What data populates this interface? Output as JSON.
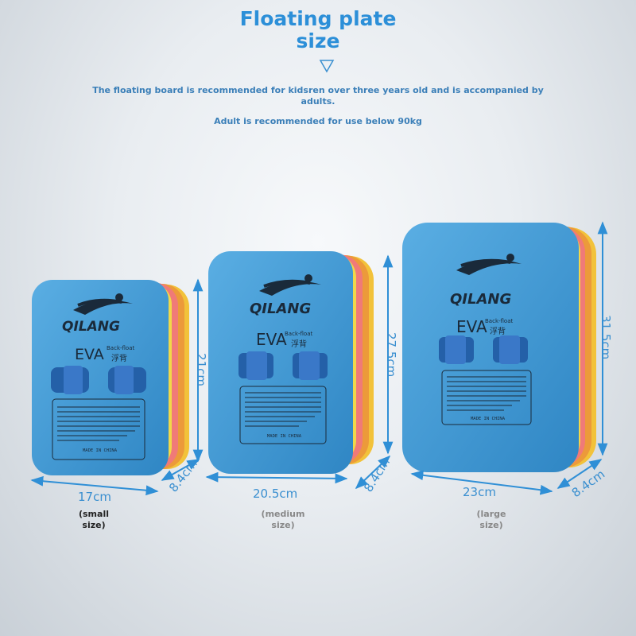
{
  "header": {
    "title_line1": "Floating plate",
    "title_line2": "size",
    "note1": "The floating board is recommended for kidsren over three years old and is accompanied by adults.",
    "note2": "Adult is recommended for use below 90kg"
  },
  "boards": {
    "small": {
      "brand": "QILANG",
      "eva": "EVA",
      "back_float": "Back-float",
      "back_float_cn": "浮背",
      "made_in": "MADE IN CHINA",
      "width": "17cm",
      "height": "21cm",
      "depth": "8.4cm",
      "size_label_1": "(small",
      "size_label_2": "size)"
    },
    "medium": {
      "brand": "QILANG",
      "eva": "EVA",
      "back_float": "Back-float",
      "back_float_cn": "浮背",
      "made_in": "MADE IN CHINA",
      "width": "20.5cm",
      "height": "27.5cm",
      "depth": "8.4cm",
      "size_label_1": "(medium",
      "size_label_2": "size)"
    },
    "large": {
      "brand": "QILANG",
      "eva": "EVA",
      "back_float": "Back-float",
      "back_float_cn": "浮背",
      "made_in": "MADE IN CHINA",
      "width": "23cm",
      "height": "31.5cm",
      "depth": "8.4cm",
      "size_label_1": "(large",
      "size_label_2": "size)"
    }
  },
  "colors": {
    "board_blue": "#3f9ad6",
    "board_blue_dark": "#2f86c4",
    "arrow": "#2f8fd6",
    "title": "#2c8fd8"
  }
}
